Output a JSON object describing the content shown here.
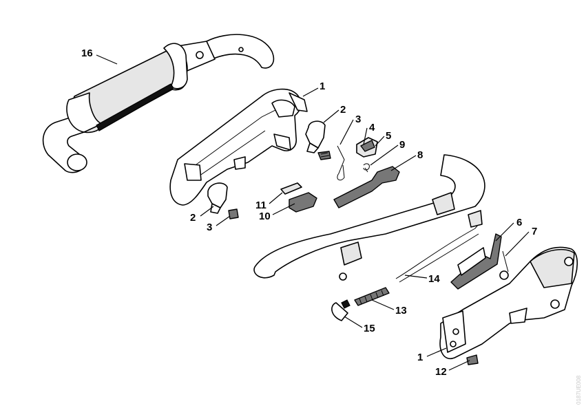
{
  "callouts": [
    {
      "id": "c16",
      "label": "16"
    },
    {
      "id": "c1a",
      "label": "1"
    },
    {
      "id": "c2a",
      "label": "2"
    },
    {
      "id": "c3a",
      "label": "3"
    },
    {
      "id": "c4",
      "label": "4"
    },
    {
      "id": "c5",
      "label": "5"
    },
    {
      "id": "c9",
      "label": "9"
    },
    {
      "id": "c8",
      "label": "8"
    },
    {
      "id": "c11",
      "label": "11"
    },
    {
      "id": "c10",
      "label": "10"
    },
    {
      "id": "c2b",
      "label": "2"
    },
    {
      "id": "c3b",
      "label": "3"
    },
    {
      "id": "c6",
      "label": "6"
    },
    {
      "id": "c7",
      "label": "7"
    },
    {
      "id": "c14",
      "label": "14"
    },
    {
      "id": "c13",
      "label": "13"
    },
    {
      "id": "c15",
      "label": "15"
    },
    {
      "id": "c1b",
      "label": "1"
    },
    {
      "id": "c12",
      "label": "12"
    }
  ],
  "watermark": "0187UE008"
}
